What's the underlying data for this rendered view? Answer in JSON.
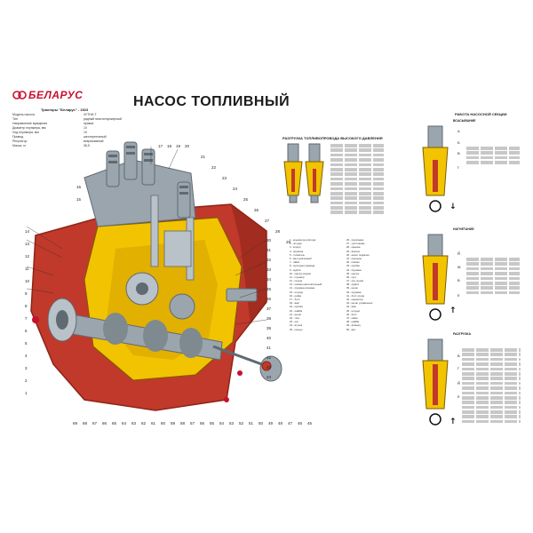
{
  "brand": {
    "name": "БЕЛАРУС"
  },
  "title": "НАСОС ТОПЛИВНЫЙ",
  "subtitle": "Тракторы \"Беларус\" - 1523",
  "specs": [
    {
      "k": "Модель насоса",
      "v": "4УТНИ-Т"
    },
    {
      "k": "Тип",
      "v": "рядный многоплунжерный"
    },
    {
      "k": "Направление вращения",
      "v": "правое"
    },
    {
      "k": "Диаметр плунжера, мм",
      "v": "10"
    },
    {
      "k": "Ход плунжера, мм",
      "v": "10"
    },
    {
      "k": "Привод",
      "v": "шестеренчатый"
    },
    {
      "k": "Регулятор",
      "v": "всережимный"
    },
    {
      "k": "Масса, кг",
      "v": "36,5"
    }
  ],
  "captions": {
    "injectors": "РАЗГРУЗКА ТОПЛИВОПРОВОДА ВЫСОКОГО ДАВЛЕНИЯ",
    "section_work": "РАБОТА НАСОСНОЙ СЕКЦИИ",
    "intake": "ВСАСЫВАНИЕ",
    "injection": "НАГНЕТАНИЕ",
    "cutoff": "РАЗГРУЗКА"
  },
  "section_letters": [
    "А",
    "Б",
    "В",
    "Г",
    "Д",
    "Е",
    "Ж"
  ],
  "callouts_top": [
    "17",
    "18",
    "19",
    "20",
    "21",
    "22",
    "23",
    "24",
    "25",
    "26",
    "27",
    "28",
    "29"
  ],
  "callouts_left": [
    "16",
    "15",
    "14",
    "13",
    "12",
    "11",
    "10",
    "9",
    "8",
    "7",
    "6",
    "5",
    "4",
    "3",
    "2",
    "1"
  ],
  "callouts_right": [
    "30",
    "31",
    "32",
    "33",
    "34",
    "35",
    "36",
    "37",
    "38",
    "39",
    "40",
    "41",
    "42",
    "43",
    "44"
  ],
  "callouts_bottom": [
    "69",
    "68",
    "67",
    "66",
    "65",
    "64",
    "63",
    "62",
    "61",
    "60",
    "59",
    "58",
    "57",
    "56",
    "55",
    "54",
    "53",
    "52",
    "51",
    "50",
    "49",
    "48",
    "47",
    "46",
    "45"
  ],
  "legend_left": [
    "1 - крышка регулятора",
    "2 - штуцер",
    "3 - корпус",
    "4 - пружина",
    "5 - толкатель",
    "6 - вал кулачковый",
    "7 - гайка",
    "8 - шестерня привода",
    "9 - муфта",
    "10 - корпус секции",
    "11 - плунжер",
    "12 - гильза",
    "13 - клапан нагнетательный",
    "14 - пружина клапана",
    "15 - штуцер",
    "16 - рейка",
    "17 - болт",
    "18 - винт",
    "19 - пробка",
    "20 - шайба",
    "21 - рычаг",
    "22 - тяга",
    "23 - ось",
    "24 - втулка",
    "25 - кольцо"
  ],
  "legend_right": [
    "26 - прокладка",
    "27 - уплотнение",
    "28 - крышка",
    "29 - фильтр",
    "30 - насос подкачки",
    "31 - поршень",
    "32 - клапан",
    "33 - пробка",
    "34 - пружина",
    "35 - корпус",
    "36 - груз",
    "37 - ось грузов",
    "38 - муфта",
    "39 - рычаг",
    "40 - пружина",
    "41 - болт упора",
    "42 - корректор",
    "43 - рычаг управления",
    "44 - винт",
    "45 - штуцер",
    "46 - болт",
    "47 - гайка",
    "48 - шайба",
    "49 - фланец",
    "50 - вал"
  ],
  "colors": {
    "housing": "#c0392b",
    "housing_dark": "#8e2418",
    "fuel": "#f2c300",
    "steel": "#9aa5ad",
    "steel_dark": "#5f6a72",
    "accent": "#c8102e"
  }
}
